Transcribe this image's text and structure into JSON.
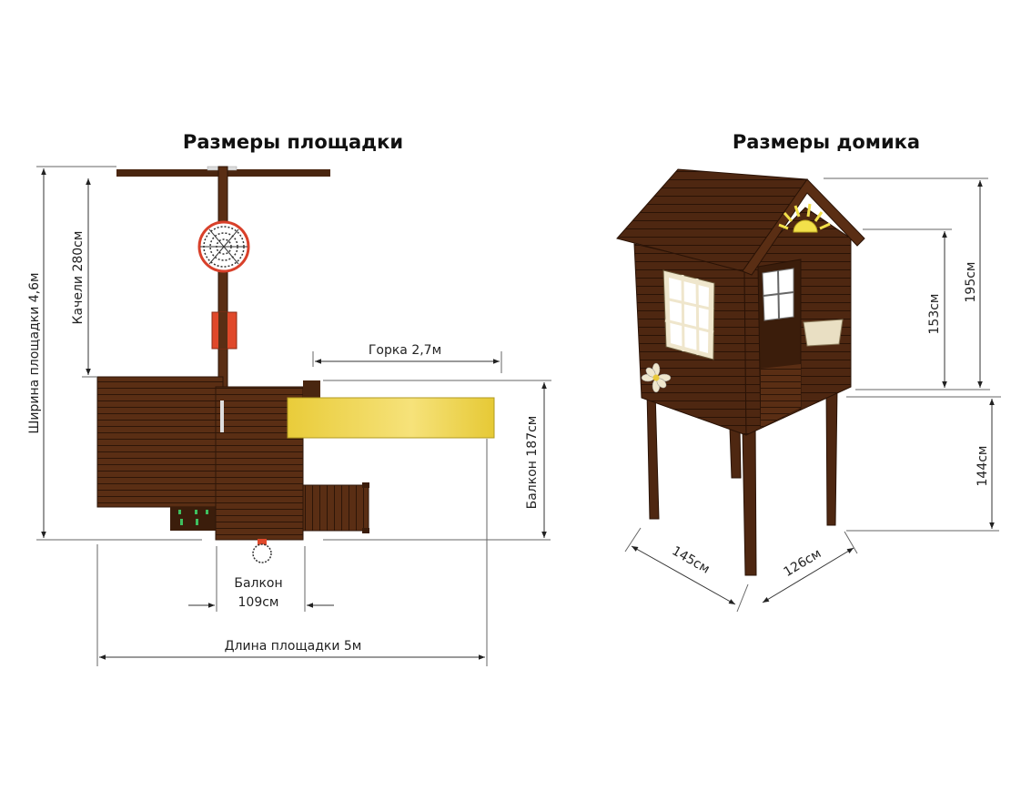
{
  "titles": {
    "playground": "Размеры площадки",
    "house": "Размеры домика"
  },
  "playground_dimensions": {
    "width": "Ширина площадки 4,6м",
    "swing": "Качели 280см",
    "slide": "Горка 2,7м",
    "balcony_height": "Балкон 187см",
    "balcony_width_label": "Балкон",
    "balcony_width_value": "109см",
    "length": "Длина площадки 5м"
  },
  "house_dimensions": {
    "total_height": "195см",
    "wall_height": "153см",
    "leg_height": "144см",
    "depth": "145см",
    "width": "126см"
  },
  "colors": {
    "wood": "#5a2e14",
    "wood_dark": "#3b1d0b",
    "slide": "#f2d84a",
    "red": "#d8402a",
    "cream": "#efe6cc"
  }
}
